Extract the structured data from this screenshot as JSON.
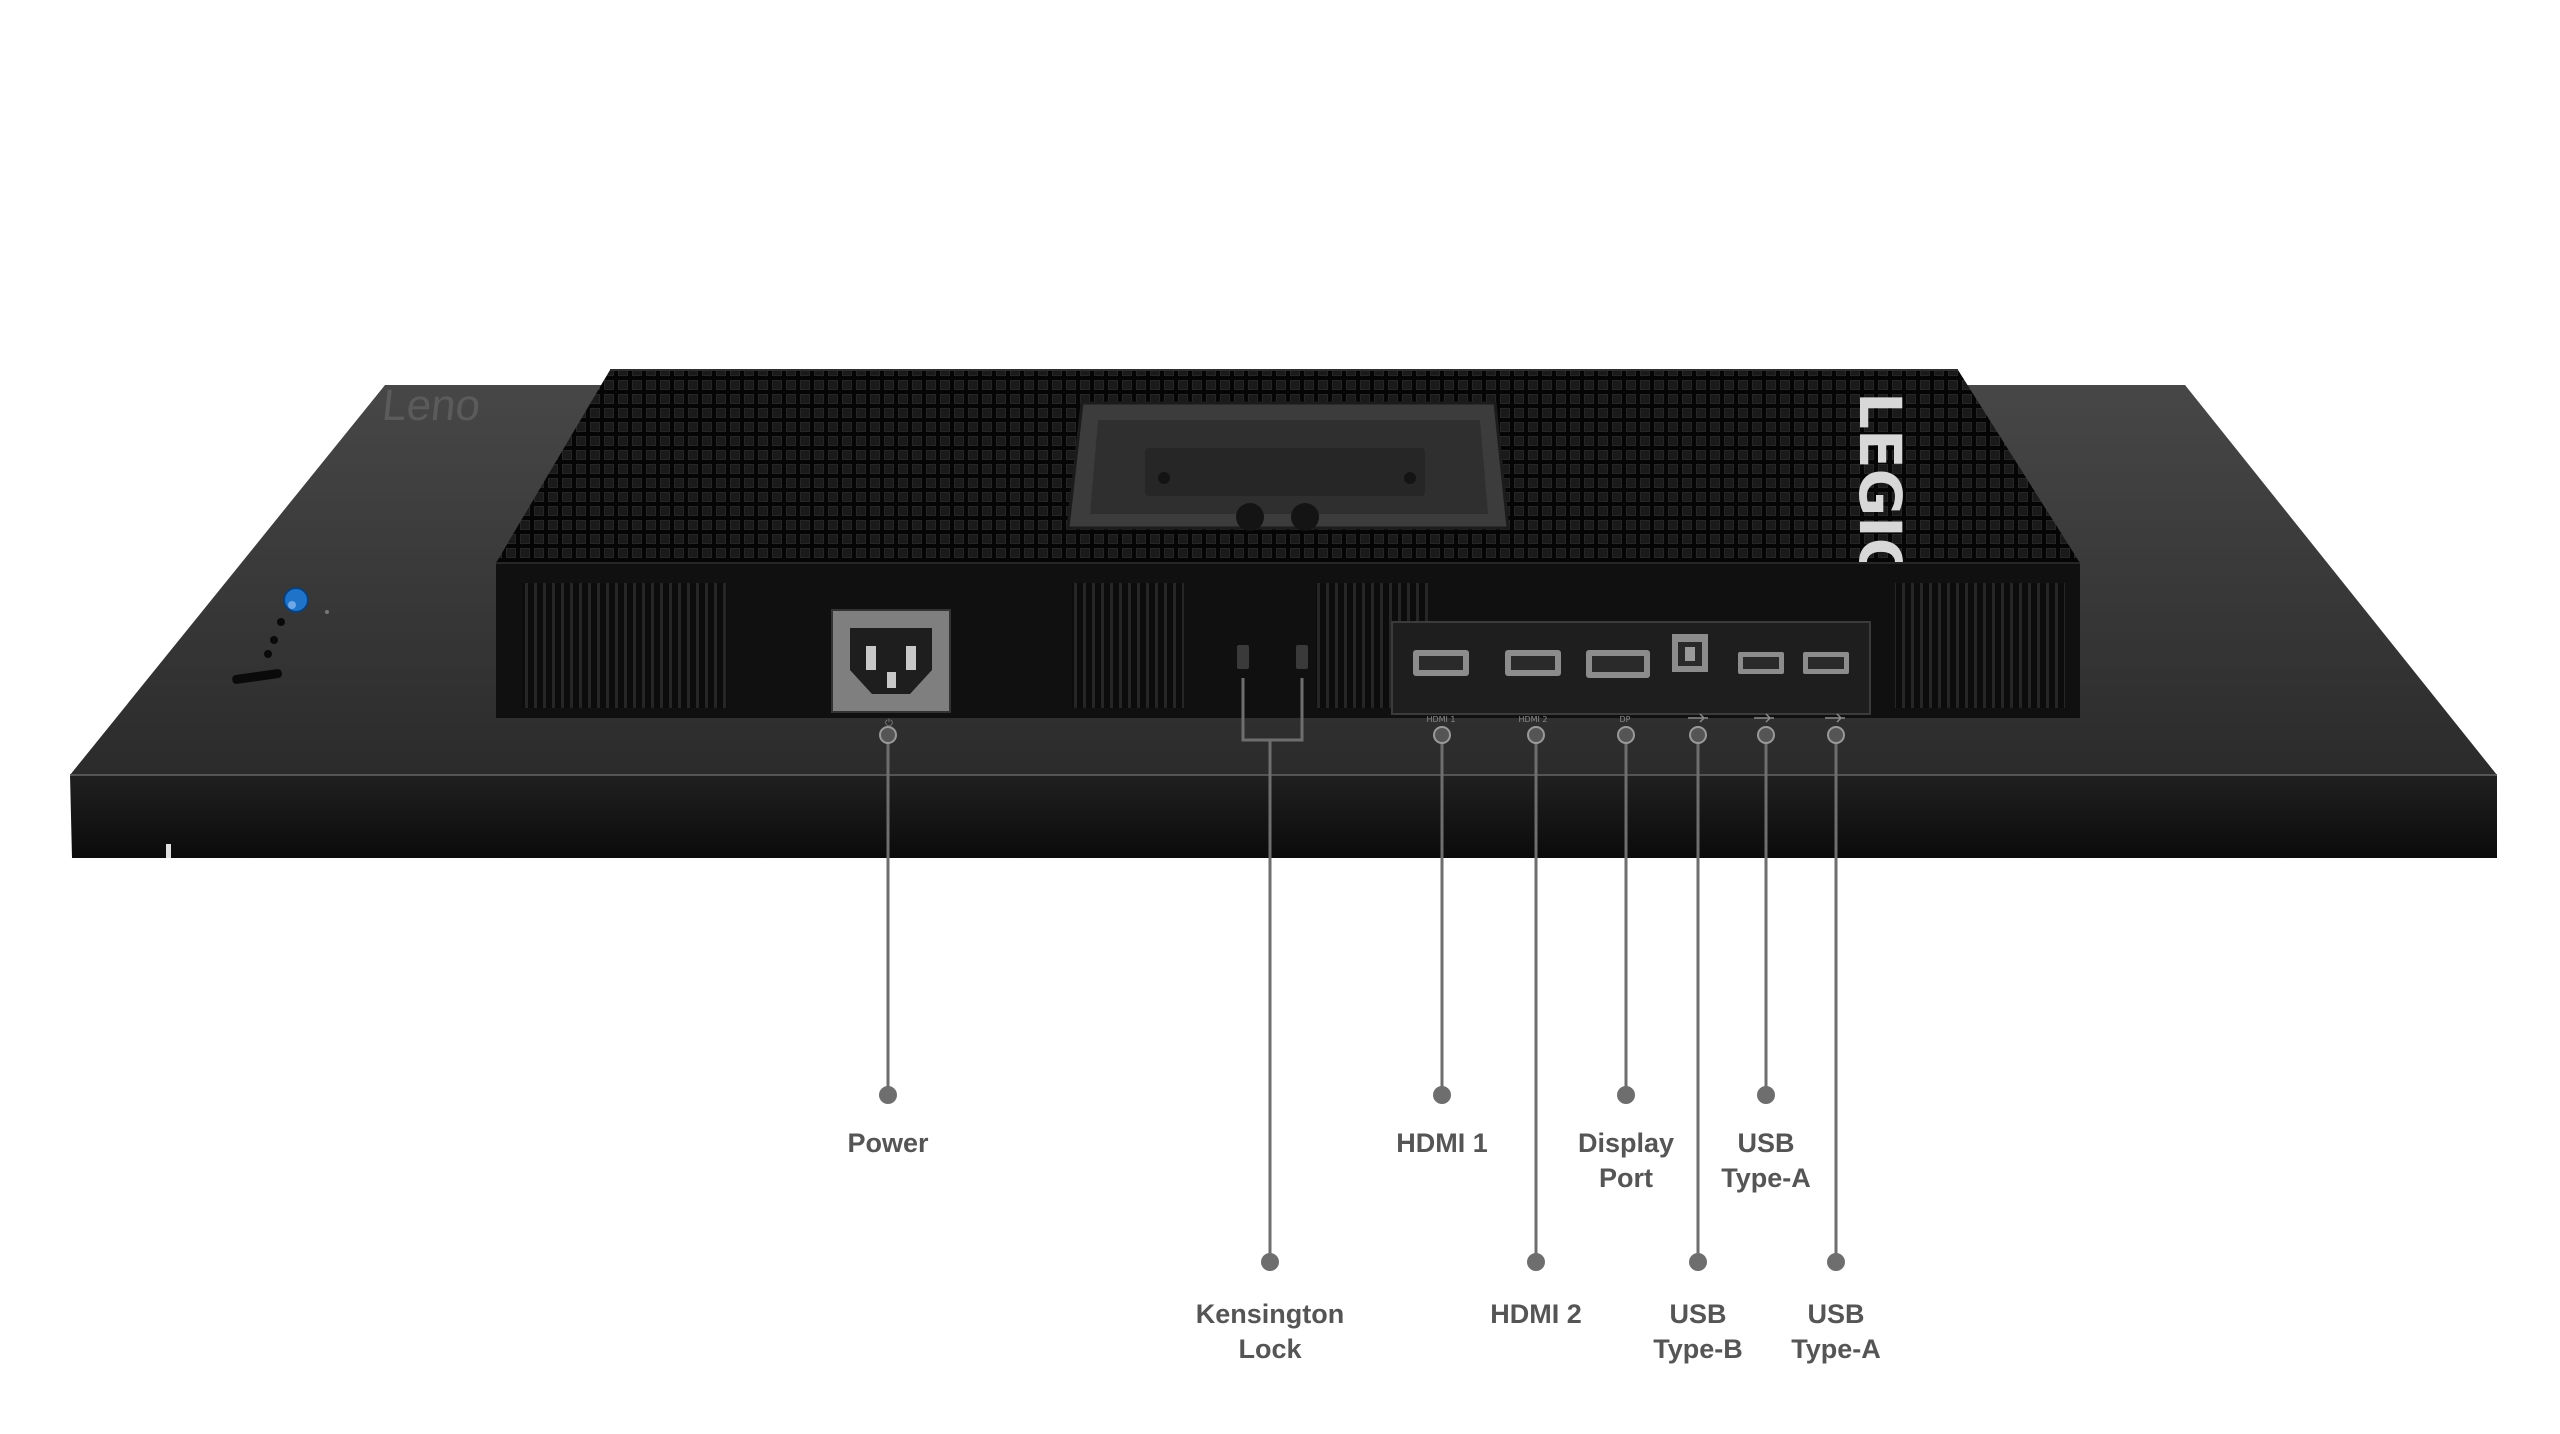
{
  "product": {
    "brand_text": "Leno",
    "logo_text": "LEGION"
  },
  "port_markings": {
    "hdmi1": "HDMI 1",
    "hdmi2": "HDMI 2",
    "dp": "DP"
  },
  "callouts": [
    {
      "id": "power",
      "lines": [
        "Power"
      ]
    },
    {
      "id": "kensington",
      "lines": [
        "Kensington",
        "Lock"
      ]
    },
    {
      "id": "hdmi1",
      "lines": [
        "HDMI 1"
      ]
    },
    {
      "id": "hdmi2",
      "lines": [
        "HDMI 2"
      ]
    },
    {
      "id": "displayport",
      "lines": [
        "Display",
        "Port"
      ]
    },
    {
      "id": "usb-b",
      "lines": [
        "USB",
        "Type-B"
      ]
    },
    {
      "id": "usb-a-1",
      "lines": [
        "USB",
        "Type-A"
      ]
    },
    {
      "id": "usb-a-2",
      "lines": [
        "USB",
        "Type-A"
      ]
    }
  ],
  "colors": {
    "chassis": "#1b1b1b",
    "chassis_top": "#3a3a3a",
    "housing": "#101010",
    "callout_line": "#6e6e6e",
    "label": "#555555",
    "joystick": "#1f73c9"
  }
}
